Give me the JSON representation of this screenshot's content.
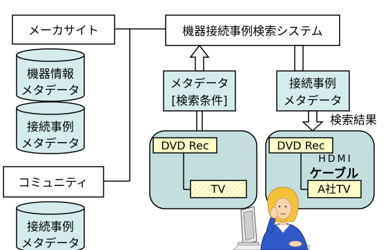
{
  "maker_site": "メーカサイト",
  "search_system": "機器接続事例検索システム",
  "community": "コミュニティ",
  "db_device_info": {
    "line1": "機器情報",
    "line2": "メタデータ"
  },
  "db_connection_1": {
    "line1": "接続事例",
    "line2": "メタデータ"
  },
  "db_connection_2": {
    "line1": "接続事例",
    "line2": "メタデータ"
  },
  "metadata_box": {
    "line1": "メタデータ",
    "line2": "[検索条件]"
  },
  "connection_box": {
    "line1": "接続事例",
    "line2": "メタデータ"
  },
  "search_result": "検索結果",
  "left_setup": {
    "device_top": "DVD Rec",
    "device_bottom": "TV"
  },
  "right_setup": {
    "device_top": "DVD Rec",
    "cable_line1": "HDMI",
    "cable_line2": "ケーブル",
    "device_bottom": "A社TV"
  },
  "colors": {
    "cylinder_fill": "#d6ecec",
    "panel_fill": "#c4dede",
    "box_yellow": "#ffffcc",
    "line": "#000000"
  }
}
